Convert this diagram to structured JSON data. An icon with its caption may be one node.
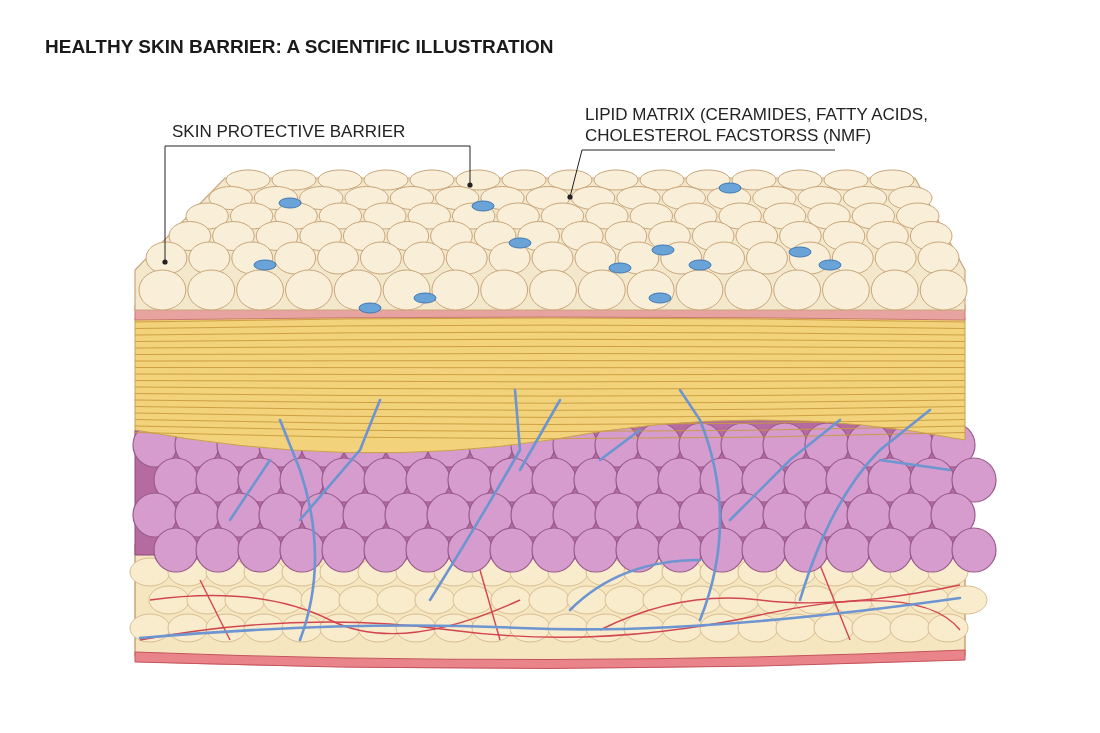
{
  "diagram": {
    "title": "HEALTHY SKIN BARRIER: A SCIENTIFIC ILLUSTRATION",
    "nodes": [
      {
        "text": [
          "SKIN PROTECTIVE BARRIER"
        ]
      },
      {
        "text": [
          "LIPID MATRIX (CERAMIDES, FATTY ACIDS, CHOLESTEROL FACSTORSS (NMF)"
        ]
      }
    ],
    "edges": [
      {
        "from": 0,
        "to": null,
        "arrow": "other"
      },
      {
        "from": 0,
        "to": null,
        "arrow": "other"
      },
      {
        "from": 1,
        "to": null,
        "arrow": "other"
      }
    ]
  }
}
